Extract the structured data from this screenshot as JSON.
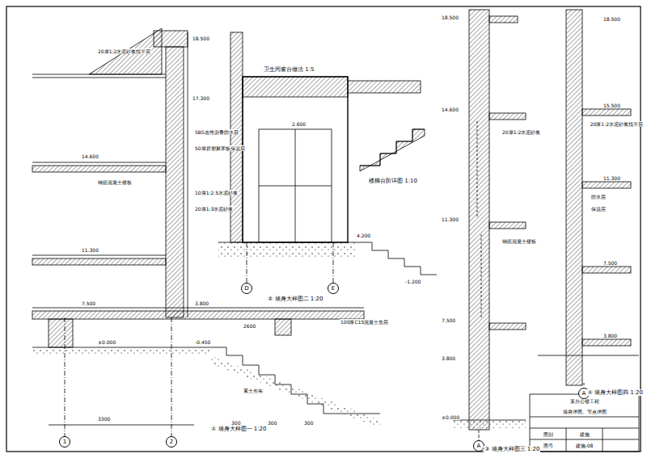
{
  "diagram": {
    "nodes": [
      {
        "text": [
          "某办公楼工程"
        ]
      },
      {
        "text": [
          "墙身详图、节点详图"
        ]
      },
      {
        "text": [
          "图别"
        ]
      },
      {
        "text": [
          "建施"
        ]
      },
      {
        "text": [
          "图号"
        ]
      },
      {
        "text": [
          "建施-08"
        ]
      },
      {
        "text": [
          "1"
        ]
      },
      {
        "text": [
          "2"
        ]
      },
      {
        "text": [
          "D"
        ]
      },
      {
        "text": [
          "E"
        ]
      },
      {
        "text": [
          "A"
        ]
      },
      {
        "text": [
          "A"
        ]
      }
    ],
    "labels": [
      "① 墙身大样图一 1:20",
      "② 墙身大样图二 1:20",
      "③ 墙身大样图三 1:20",
      "④ 墙身大样图四 1:20",
      "楼梯台阶详图 1:10",
      "卫生间窗台做法 1:5",
      "18.500",
      "17.300",
      "14.600",
      "11.300",
      "7.500",
      "3.800",
      "±0.000",
      "-0.450",
      "4.200",
      "2.600",
      "-1.200",
      "18.500",
      "14.600",
      "11.300",
      "7.500",
      "3.800",
      "±0.000",
      "18.500",
      "15.500",
      "11.300",
      "7.500",
      "3.800",
      "3300",
      "2600",
      "300",
      "300",
      "300",
      "20厚1:2水泥砂浆找平层",
      "钢筋混凝土楼板",
      "SBS改性沥青防水层",
      "50厚挤塑聚苯板保温层",
      "10厚1:2.5水泥砂浆",
      "20厚1:3水泥砂浆",
      "素土夯实",
      "100厚C15混凝土垫层",
      "20厚1:2水泥砂浆",
      "钢筋混凝土楼板",
      "20厚1:2水泥砂浆找平层",
      "防水层",
      "保温层"
    ]
  }
}
